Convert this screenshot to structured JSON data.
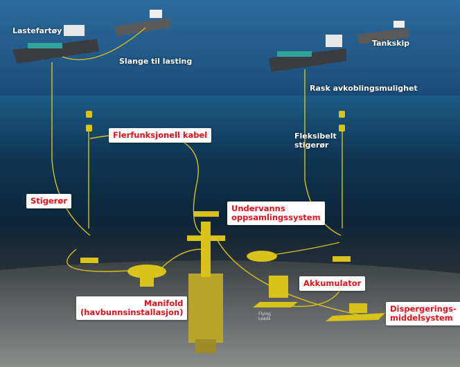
{
  "surface_labels": {
    "loading_vessel": "Lastefartøy",
    "loading_hose": "Slange til lasting",
    "tanker": "Tankskip",
    "quick_disconnect": "Rask avkoblingsmulighet",
    "flexible_riser": [
      "Fleksibelt",
      "stigerør"
    ]
  },
  "callouts": {
    "multifunction_cable": "Flerfunksjonell kabel",
    "riser": "Stigerør",
    "subsea_collection": [
      "Undervanns",
      "oppsamlingssystem"
    ],
    "accumulator": "Akkumulator",
    "manifold": [
      "Manifold",
      "(havbunnsinstallasjon)"
    ],
    "dispersant": [
      "Dispergerings-",
      "middelsystem"
    ]
  },
  "flying_leads": [
    "Flying",
    "Leads"
  ],
  "colors": {
    "callout_text": "#e3101b",
    "equipment": "#d9c21a",
    "sea_surface": "#1f5b8c",
    "deep_water": "#0b2236",
    "seabed": "#6b6f70"
  }
}
